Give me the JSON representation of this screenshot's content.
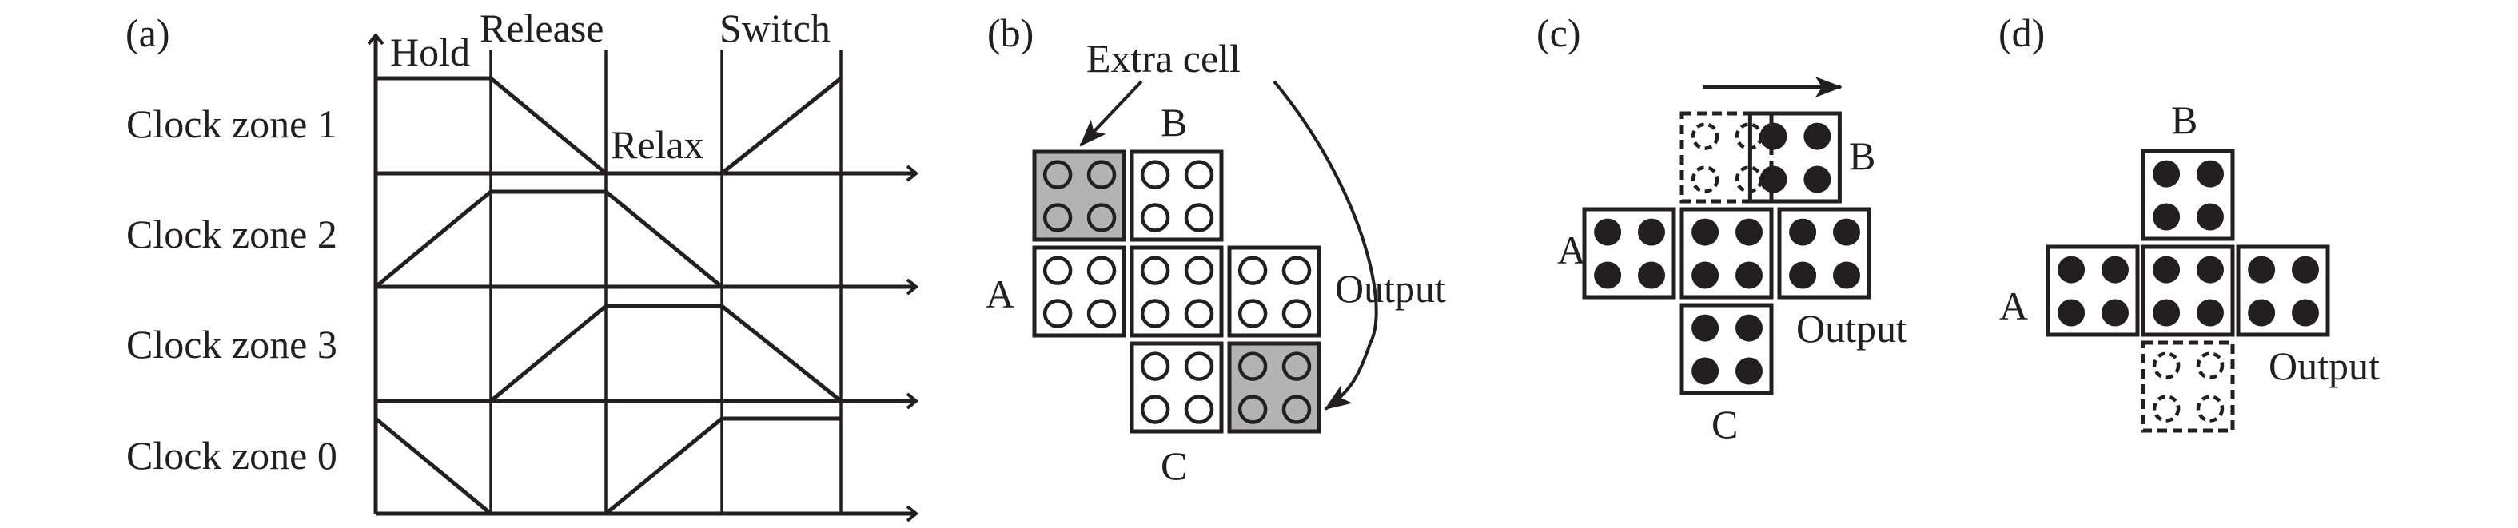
{
  "figure": {
    "colors": {
      "ink": "#231f20",
      "extra_cell_fill": "#b3b3b3",
      "background": "#ffffff"
    },
    "panel_a": {
      "label": "(a)",
      "phase_labels": [
        "Hold",
        "Release",
        "Relax",
        "Switch"
      ],
      "zones": [
        {
          "name": "Clock zone 1",
          "levels": [
            "high",
            "falling",
            "low",
            "rising"
          ]
        },
        {
          "name": "Clock zone 2",
          "levels": [
            "rising",
            "high",
            "falling",
            "low"
          ]
        },
        {
          "name": "Clock zone 3",
          "levels": [
            "low",
            "rising",
            "high",
            "falling"
          ]
        },
        {
          "name": "Clock zone 0",
          "levels": [
            "falling",
            "low",
            "rising",
            "high"
          ]
        }
      ]
    },
    "panel_b": {
      "label": "(b)",
      "annotation": "Extra cell",
      "input_labels": {
        "a": "A",
        "b": "B",
        "c": "C"
      },
      "output_label": "Output",
      "cells": [
        {
          "id": "extra-cell",
          "row": 0,
          "col": 0,
          "state": "empty",
          "style": "extra"
        },
        {
          "id": "input-b",
          "row": 0,
          "col": 1,
          "state": "empty",
          "style": "normal"
        },
        {
          "id": "input-a",
          "row": 1,
          "col": 0,
          "state": "empty",
          "style": "normal"
        },
        {
          "id": "center",
          "row": 1,
          "col": 1,
          "state": "empty",
          "style": "normal"
        },
        {
          "id": "right",
          "row": 1,
          "col": 2,
          "state": "empty",
          "style": "normal"
        },
        {
          "id": "input-c",
          "row": 2,
          "col": 1,
          "state": "empty",
          "style": "normal"
        },
        {
          "id": "output-extra",
          "row": 2,
          "col": 2,
          "state": "empty",
          "style": "extra"
        }
      ]
    },
    "panel_c": {
      "label": "(c)",
      "input_labels": {
        "a": "A",
        "b": "B",
        "c": "C"
      },
      "output_label": "Output",
      "shift_arrow": "right",
      "cells": [
        {
          "id": "input-b-ghost",
          "row": 0,
          "col": 1,
          "state": "ghost",
          "style": "dashed"
        },
        {
          "id": "input-b-shifted",
          "row": 0,
          "col": 1.7,
          "state": "filled",
          "style": "normal"
        },
        {
          "id": "input-a",
          "row": 1,
          "col": 0,
          "state": "filled",
          "style": "normal"
        },
        {
          "id": "center",
          "row": 1,
          "col": 1,
          "state": "filled",
          "style": "normal"
        },
        {
          "id": "right",
          "row": 1,
          "col": 2,
          "state": "filled",
          "style": "normal"
        },
        {
          "id": "input-c",
          "row": 2,
          "col": 1,
          "state": "filled",
          "style": "normal"
        }
      ]
    },
    "panel_d": {
      "label": "(d)",
      "input_labels": {
        "a": "A",
        "b": "B"
      },
      "output_label": "Output",
      "cells": [
        {
          "id": "input-b",
          "row": 0,
          "col": 1,
          "state": "filled",
          "style": "normal"
        },
        {
          "id": "input-a",
          "row": 1,
          "col": 0,
          "state": "filled",
          "style": "normal"
        },
        {
          "id": "center",
          "row": 1,
          "col": 1,
          "state": "filled",
          "style": "normal"
        },
        {
          "id": "right",
          "row": 1,
          "col": 2,
          "state": "filled",
          "style": "normal"
        },
        {
          "id": "output-removed",
          "row": 2,
          "col": 1,
          "state": "ghost",
          "style": "dashed"
        }
      ]
    }
  }
}
